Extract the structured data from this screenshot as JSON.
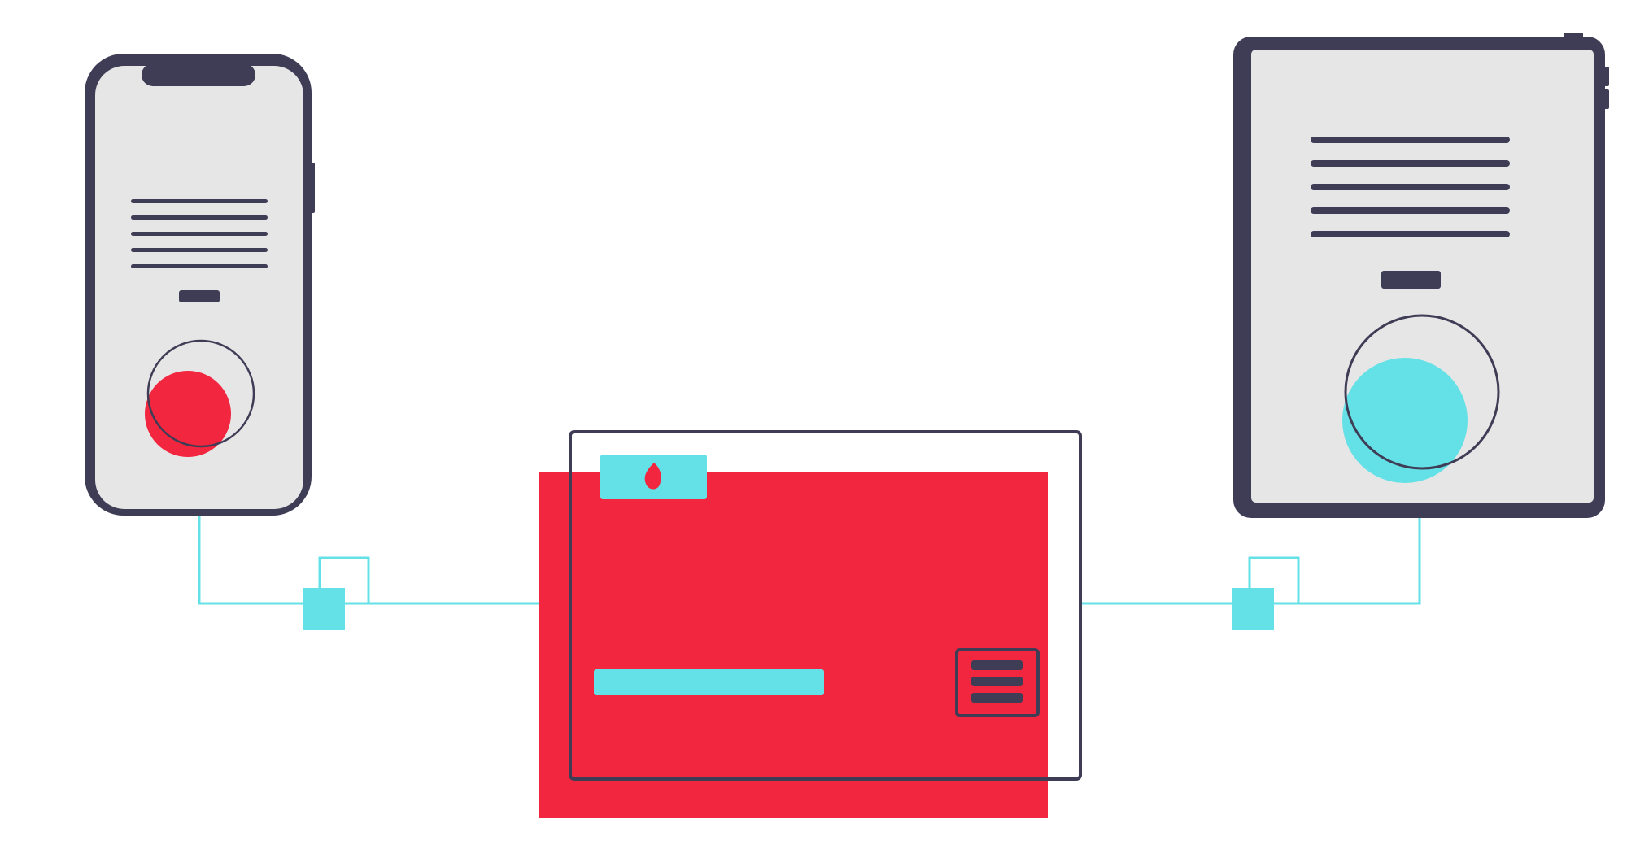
{
  "colors": {
    "background": "#ffffff",
    "device_frame": "#3f3d56",
    "screen": "#e6e6e6",
    "red_accent": "#f2263f",
    "cyan_accent": "#64e1e6",
    "connector": "#64e1e6"
  },
  "illustration": {
    "phone": {
      "icon": "smartphone-icon",
      "text_lines": 5,
      "accent": "red"
    },
    "card": {
      "icon": "payment-card-icon",
      "chip_icon": "flame-icon",
      "menu_icon": "menu-lines-icon"
    },
    "tablet": {
      "icon": "tablet-icon",
      "text_lines": 5,
      "accent": "cyan"
    },
    "connectors": [
      "phone-to-card",
      "card-to-tablet"
    ]
  }
}
